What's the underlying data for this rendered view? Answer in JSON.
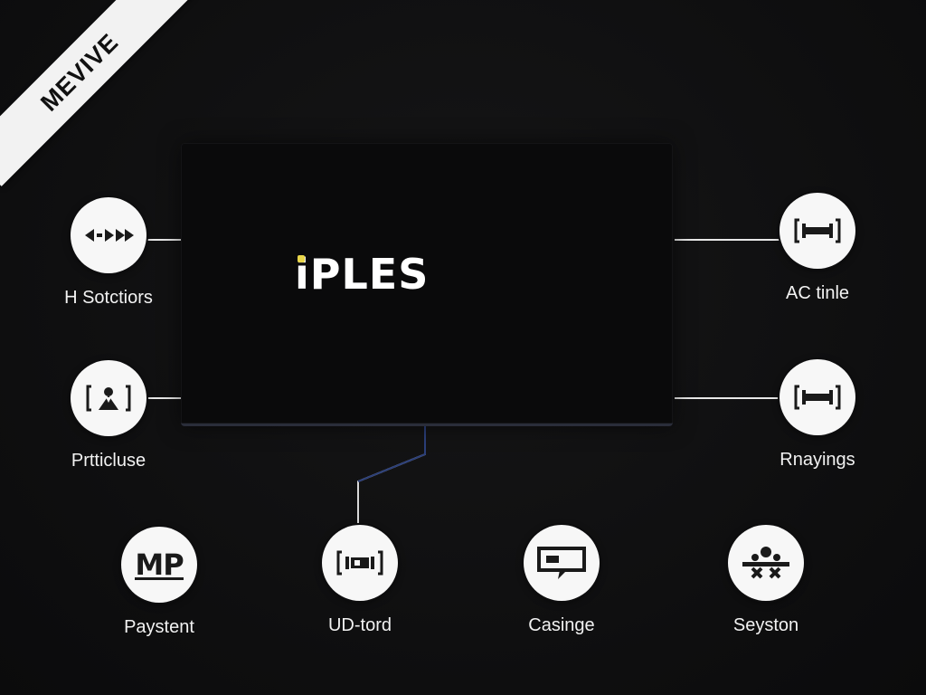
{
  "ribbon": {
    "text": "MEVIVE"
  },
  "center": {
    "logo_prefix": "i",
    "logo_rest": "PLES",
    "accent_color": "#e9d64a"
  },
  "nodes": {
    "top_left": {
      "label": "H Sotctiors",
      "icon": "media-controls-icon"
    },
    "mid_left": {
      "label": "Prtticluse",
      "icon": "bracketed-person-icon"
    },
    "top_right": {
      "label": "AC tinle",
      "icon": "bracketed-bar-icon"
    },
    "mid_right": {
      "label": "Rnayings",
      "icon": "bracketed-bar-icon"
    },
    "bottom_1": {
      "label": "Paystent",
      "icon": "mp-logo-icon",
      "icon_text": "MP"
    },
    "bottom_2": {
      "label": "UD-tord",
      "icon": "bracketed-device-icon"
    },
    "bottom_3": {
      "label": "Casinge",
      "icon": "chat-box-icon"
    },
    "bottom_4": {
      "label": "Seyston",
      "icon": "people-network-icon"
    }
  },
  "colors": {
    "background": "#0f0f10",
    "panel": "#0a0a0b",
    "node_fill": "#f7f7f7",
    "line": "#e8e8e8",
    "panel_edge": "#2a2d3a"
  }
}
